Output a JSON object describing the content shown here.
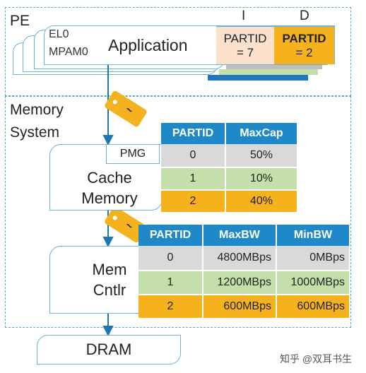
{
  "pe": {
    "label": "PE",
    "el0": "EL0",
    "mpam0": "MPAM0",
    "application": "Application",
    "i_label": "I",
    "d_label": "D",
    "partid_i": "PARTID",
    "partid_i_value": "= 7",
    "partid_d": "PARTID",
    "partid_d_value": "= 2"
  },
  "memory_system": {
    "label_line1": "Memory",
    "label_line2": "System",
    "tag_glyph": "~"
  },
  "cache": {
    "pmg": "PMG",
    "label_line1": "Cache",
    "label_line2": "Memory",
    "table": {
      "headers": [
        "PARTID",
        "MaxCap"
      ],
      "rows": [
        [
          "0",
          "50%"
        ],
        [
          "1",
          "10%"
        ],
        [
          "2",
          "40%"
        ]
      ]
    }
  },
  "memctl": {
    "label_line1": "Mem",
    "label_line2": "Cntlr",
    "tag_glyph": "~",
    "table": {
      "headers": [
        "PARTID",
        "MaxBW",
        "MinBW"
      ],
      "rows": [
        [
          "0",
          "4800MBps",
          "0MBps"
        ],
        [
          "1",
          "1200MBps",
          "1000MBps"
        ],
        [
          "2",
          "600MBps",
          "600MBps"
        ]
      ]
    }
  },
  "dram": {
    "label": "DRAM"
  },
  "watermark": "知乎 @双耳书生",
  "colors": {
    "header_blue": "#1e88c8",
    "row_gray": "#d9d9d9",
    "row_green": "#c5dfaa",
    "row_orange": "#f6b21c",
    "partid_i_bg": "#fbe0cc",
    "partid_d_bg": "#f6b21c",
    "border_blue": "#6ab4d2"
  }
}
